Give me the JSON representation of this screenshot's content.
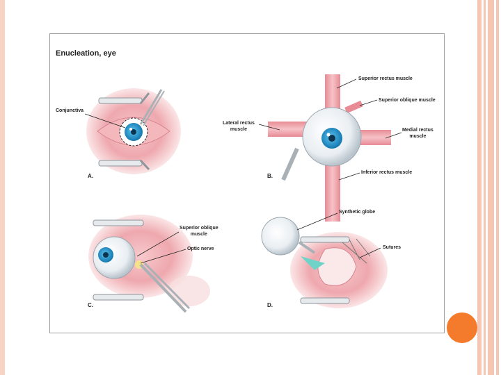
{
  "figure": {
    "title": "Enucleation, eye",
    "panels": {
      "a": {
        "letter": "A.",
        "labels": {
          "conjunctiva": "Conjunctiva"
        }
      },
      "b": {
        "letter": "B.",
        "labels": {
          "superior_rectus": "Superior rectus muscle",
          "superior_oblique": "Superior oblique muscle",
          "lateral_rectus": "Lateral rectus\nmuscle",
          "medial_rectus": "Medial rectus\nmuscle",
          "inferior_rectus": "Inferior rectus muscle"
        }
      },
      "c": {
        "letter": "C.",
        "labels": {
          "superior_oblique": "Superior oblique\nmuscle",
          "optic_nerve": "Optic nerve"
        }
      },
      "d": {
        "letter": "D.",
        "labels": {
          "synthetic_globe": "Synthetic globe",
          "sutures": "Sutures"
        }
      }
    }
  },
  "colors": {
    "accent_dot": "#f47a2c",
    "side_stripes": "#f6c6b2",
    "tissue": "#e9a0a6",
    "iris": "#1f9ed6"
  }
}
